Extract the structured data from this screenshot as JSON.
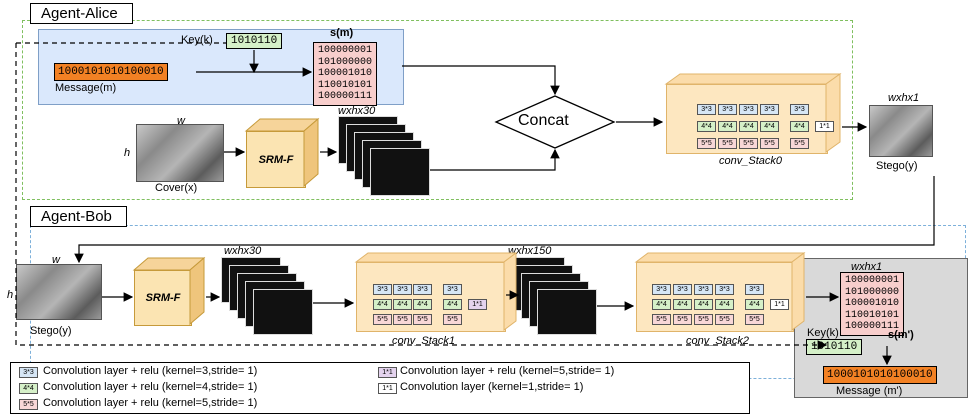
{
  "alice": {
    "title": "Agent-Alice",
    "key_label": "Key(k)",
    "key_bits": "1010110",
    "secret_label": "s(m)",
    "secret_rows": [
      "100000001",
      "101000000",
      "100001010",
      "110010101",
      "100000111"
    ],
    "message_bits": "1000101010100010",
    "message_label": "Message(m)",
    "cover_w": "w",
    "cover_h": "h",
    "cover_label": "Cover(x)",
    "srm_label": "SRM-F",
    "feat_label": "wxhx30",
    "concat_label": "Concat",
    "stack_label": "conv_Stack0",
    "stego_dim": "wxhx1",
    "stego_label": "Stego(y)"
  },
  "bob": {
    "title": "Agent-Bob",
    "stego_w": "w",
    "stego_h": "h",
    "stego_label": "Stego(y)",
    "srm_label": "SRM-F",
    "feat_label": "wxhx30",
    "stack1_label": "conv_Stack1",
    "feat2_label": "wxhx150",
    "stack2_label": "conv_Stack2",
    "out_dim": "wxhx1",
    "secret_rows": [
      "100000001",
      "101000000",
      "100001010",
      "110010101",
      "100000111"
    ],
    "secret_label": "s(m')",
    "key_label": "Key(k)",
    "key_bits": "1010110",
    "message_bits": "1000101010100010",
    "message_label": "Message (m')"
  },
  "cells": {
    "k3": "3*3",
    "k4": "4*4",
    "k5": "5*5",
    "k1": "1*1"
  },
  "legend": {
    "item_1": "Convolution layer + relu (kernel=3,stride= 1)",
    "item_2": "Convolution layer + relu (kernel=4,stride= 1)",
    "item_3": "Convolution layer + relu (kernel=5,stride= 1)",
    "item_4": "Convolution layer + relu (kernel=5,stride= 1)",
    "item_5": "Convolution layer (kernel=1,stride= 1)"
  },
  "colors": {
    "panel_blue": "#dae8fc",
    "bit_green": "#d5f0c8",
    "msg_orange": "#f28124",
    "matrix_pink": "#f8cecc",
    "cube": "#fbe4b2",
    "stack": "#fde7c0"
  }
}
